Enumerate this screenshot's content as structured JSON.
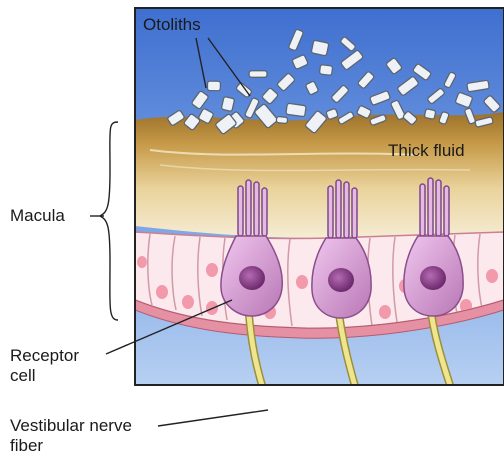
{
  "labels": {
    "otoliths": "Otoliths",
    "thick_fluid": "Thick fluid",
    "macula": "Macula",
    "receptor_cell_line1": "Receptor",
    "receptor_cell_line2": "cell",
    "nerve_fiber_line1": "Vestibular nerve",
    "nerve_fiber_line2": "fiber"
  },
  "colors": {
    "background_top": "#3f6fd0",
    "background_bottom": "#a9c6ef",
    "gel_top": "#a2762c",
    "gel_bottom": "#f2e6c8",
    "epithelium": "#fbe9ee",
    "support_nucleus": "#f29aab",
    "receptor_cell": "#d69bd3",
    "receptor_nucleus": "#8b3d8b",
    "nerve_fiber": "#e9df86",
    "basement": "#d36a84"
  },
  "icons": [
    "otolith-crystal-icon",
    "hair-bundle-icon"
  ]
}
